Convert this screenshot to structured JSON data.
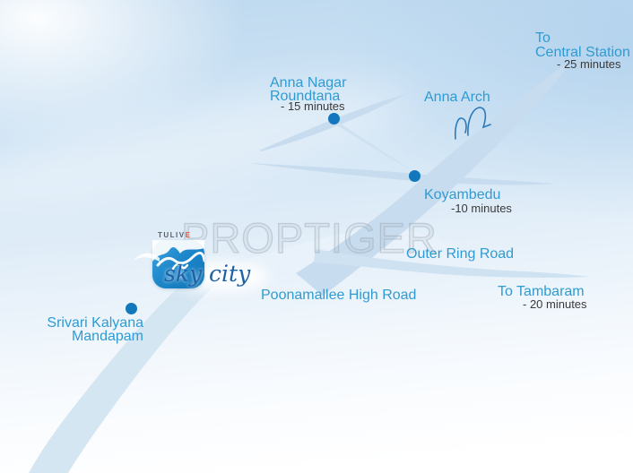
{
  "watermark": "PROPTIGER",
  "logo": {
    "brand_prefix": "TULIV",
    "brand_suffix": "E",
    "script": "sky city"
  },
  "locations": {
    "central_station": {
      "line1": "To",
      "line2": "Central Station",
      "minutes": "- 25 minutes"
    },
    "anna_nagar": {
      "line1": "Anna Nagar",
      "line2": "Roundtana",
      "minutes": "- 15 minutes"
    },
    "anna_arch": {
      "label": "Anna Arch"
    },
    "koyambedu": {
      "label": "Koyambedu",
      "minutes": "-10 minutes"
    },
    "outer_ring_road": {
      "label": "Outer Ring Road"
    },
    "poonamallee_high_road": {
      "label": "Poonamallee High Road"
    },
    "tambaram": {
      "label": "To Tambaram",
      "minutes": "- 20 minutes"
    },
    "srivari": {
      "line1": "Srivari Kalyana",
      "line2": "Mandapam"
    }
  },
  "colors": {
    "label": "#2f9bd2",
    "minutes": "#3a3a3a",
    "road": "#c7dcee",
    "road_pale": "#e7f1f9",
    "dot": "#1377bd",
    "logo_gradient_top": "#44a7dd",
    "logo_gradient_bottom": "#0f74b6",
    "script_blue": "#1e61a6",
    "brand_gray": "#5b6068",
    "brand_accent": "#e8542f"
  }
}
